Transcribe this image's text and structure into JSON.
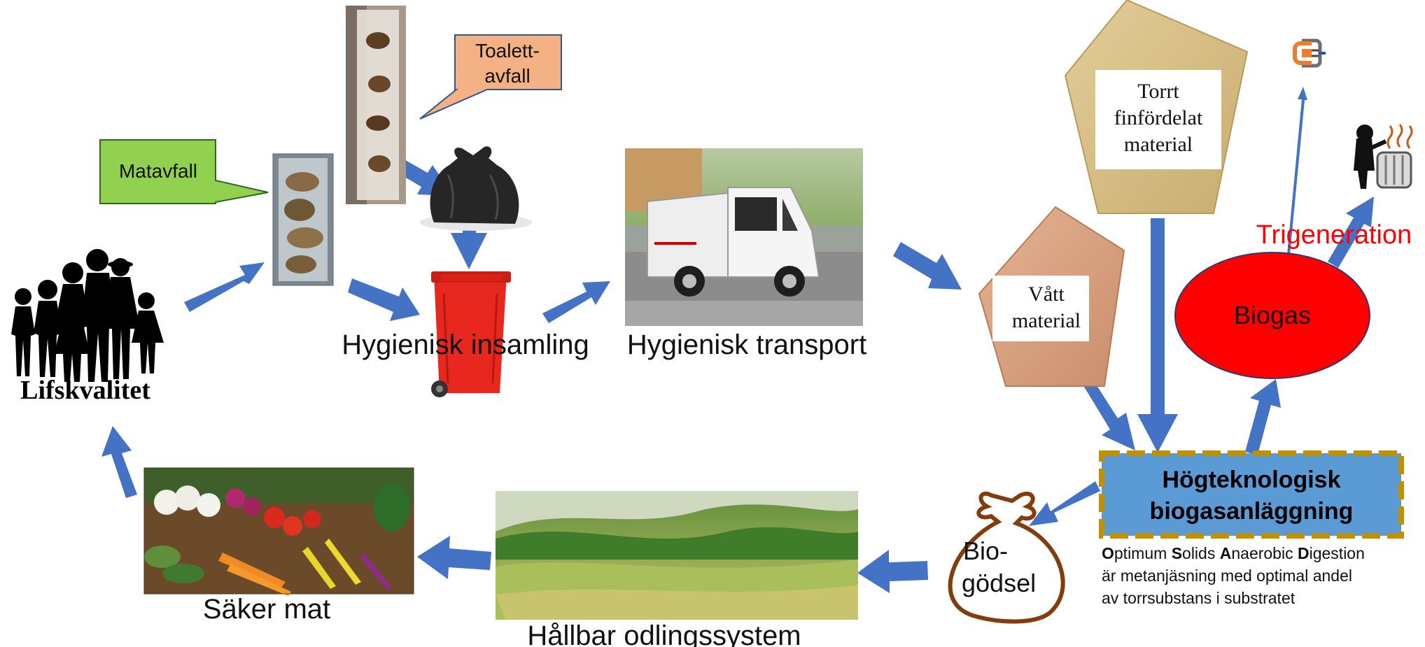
{
  "colors": {
    "arrow": "#4472c4",
    "callout_green": "#92d050",
    "callout_orange": "#f4b183",
    "plant_fill": "#5b9bd5",
    "plant_border": "#bf9000",
    "biogas_fill": "#ff0000",
    "trigeneration_text": "#ff0000",
    "pentagon_dry": "#d9c18b",
    "pentagon_wet": "#d9a383",
    "bag_brown": "#8b4513",
    "bin_red": "#e8281e"
  },
  "icons": [
    "family-silhouette-icon",
    "food-waste-bag-icon",
    "toilet-waste-bag-icon",
    "black-garbage-bag-icon",
    "red-wheelie-bin-icon",
    "electric-truck-icon",
    "power-plug-icon",
    "heater-person-icon",
    "fertilizer-bag-icon",
    "vegetables-image",
    "farmland-image"
  ],
  "labels": {
    "matavfall": "Matavfall",
    "toalett_line1": "Toalett-",
    "toalett_line2": "avfall",
    "lifskvalitet": "Lifskvalitet",
    "insamling": "Hygienisk insamling",
    "transport": "Hygienisk transport",
    "torrt_line1": "Torrt",
    "torrt_line2": "finfördelat",
    "torrt_line3": "material",
    "vatt_line1": "Vått",
    "vatt_line2": "material",
    "biogas": "Biogas",
    "trigeneration": "Trigeneration",
    "plant_line1": "Högteknologisk",
    "plant_line2": "biogasanläggning",
    "gods_line1": "Bio-",
    "gods_line2": "gödsel",
    "saker_mat": "Säker mat",
    "odling": "Hållbar odlingssystem"
  },
  "osad": {
    "o_bold": "O",
    "o_rest": "ptimum ",
    "s_bold": "S",
    "s_rest": "olids ",
    "a_bold": "A",
    "a_rest": "naerobic ",
    "d_bold": "D",
    "d_rest": "igestion",
    "line2": "är metanjäsning med optimal andel",
    "line3": "av torrsubstans i substratet"
  }
}
